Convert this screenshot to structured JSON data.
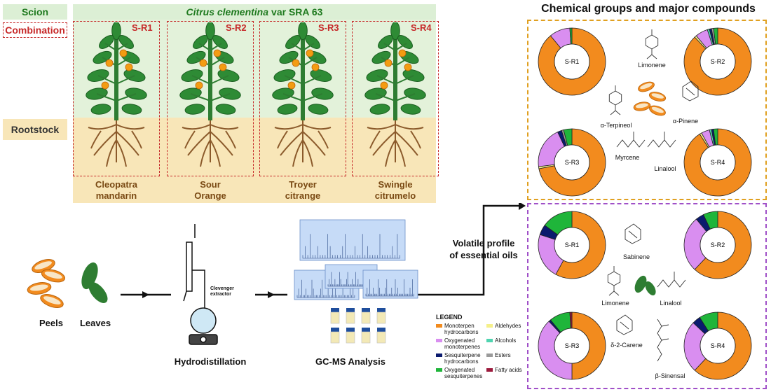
{
  "header": {
    "scion_label": "Scion",
    "combination_label": "Combination",
    "rootstock_label": "Rootstock",
    "banner_species": "Citrus clementina",
    "banner_rest": "var SRA 63"
  },
  "combinations": [
    {
      "code": "S-R1",
      "rootstock_line1": "Cleopatra",
      "rootstock_line2": "mandarin"
    },
    {
      "code": "S-R2",
      "rootstock_line1": "Sour",
      "rootstock_line2": "Orange"
    },
    {
      "code": "S-R3",
      "rootstock_line1": "Troyer",
      "rootstock_line2": "citrange"
    },
    {
      "code": "S-R4",
      "rootstock_line1": "Swingle",
      "rootstock_line2": "citrumelo"
    }
  ],
  "workflow": {
    "peels": "Peels",
    "leaves": "Leaves",
    "hydrodistillation": "Hydrodistillation",
    "clevenger_line1": "Clevenger",
    "clevenger_line2": "extractor",
    "gcms": "GC-MS Analysis",
    "volatile_line1": "Volatile profile",
    "volatile_line2": "of essential oils"
  },
  "right_title": "Chemical groups and major compounds",
  "legend": {
    "title": "LEGEND",
    "items": [
      {
        "label": "Monoterpen hydrocarbons",
        "color": "#f28b1e"
      },
      {
        "label": "Aldehydes",
        "color": "#f5f08a"
      },
      {
        "label": "Oxygenated monoterpenes",
        "color": "#d98ef0"
      },
      {
        "label": "Alcohols",
        "color": "#4fd4b0"
      },
      {
        "label": "Sesquiterpene hydrocarbons",
        "color": "#0a1a6e"
      },
      {
        "label": "Esters",
        "color": "#9a9a9a"
      },
      {
        "label": "Oxygenated sesquiterpenes",
        "color": "#1fb53a"
      },
      {
        "label": "Fatty acids",
        "color": "#9c1a3c"
      }
    ]
  },
  "peel_donuts": [
    {
      "label": "S-R1",
      "values": [
        89,
        0,
        10,
        0,
        0,
        0,
        1,
        0
      ]
    },
    {
      "label": "S-R2",
      "values": [
        88,
        1,
        6,
        1,
        1,
        1,
        2,
        0
      ]
    },
    {
      "label": "S-R3",
      "values": [
        72,
        1,
        20,
        0,
        2,
        1,
        4,
        0
      ]
    },
    {
      "label": "S-R4",
      "values": [
        91,
        1,
        4,
        1,
        1,
        0,
        2,
        0
      ]
    }
  ],
  "leaf_donuts": [
    {
      "label": "S-R1",
      "values": [
        58,
        0,
        22,
        0,
        5,
        0,
        15,
        0
      ]
    },
    {
      "label": "S-R2",
      "values": [
        62,
        0,
        27,
        0,
        4,
        0,
        7,
        0
      ]
    },
    {
      "label": "S-R3",
      "values": [
        50,
        0,
        38,
        0,
        1,
        0,
        10,
        1
      ]
    },
    {
      "label": "S-R4",
      "values": [
        62,
        0,
        25,
        0,
        4,
        0,
        9,
        0
      ]
    }
  ],
  "peel_compounds": {
    "limonene": "Limonene",
    "terpineol": "α-Terpineol",
    "pinene": "α-Pinene",
    "myrcene": "Myrcene",
    "linalool": "Linalool"
  },
  "leaf_compounds": {
    "sabinene": "Sabinene",
    "limonene": "Limonene",
    "linalool": "Linalool",
    "carene": "δ-2-Carene",
    "sinensal": "β-Sinensal"
  }
}
